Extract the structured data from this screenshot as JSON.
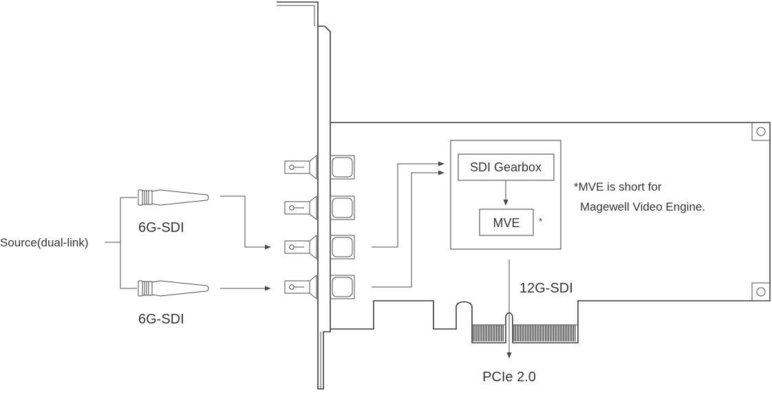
{
  "labels": {
    "source": "Source(dual-link)",
    "input_top": "6G-SDI",
    "input_bottom": "6G-SDI",
    "gearbox": "SDI Gearbox",
    "mve": "MVE",
    "mve_asterisk": "*",
    "note_line1": "*MVE is short for",
    "note_line2": "Magewell Video Engine.",
    "output_12g": "12G-SDI",
    "bus": "PCIe 2.0"
  },
  "colors": {
    "line": "#4a4a4a",
    "text": "#333333"
  }
}
